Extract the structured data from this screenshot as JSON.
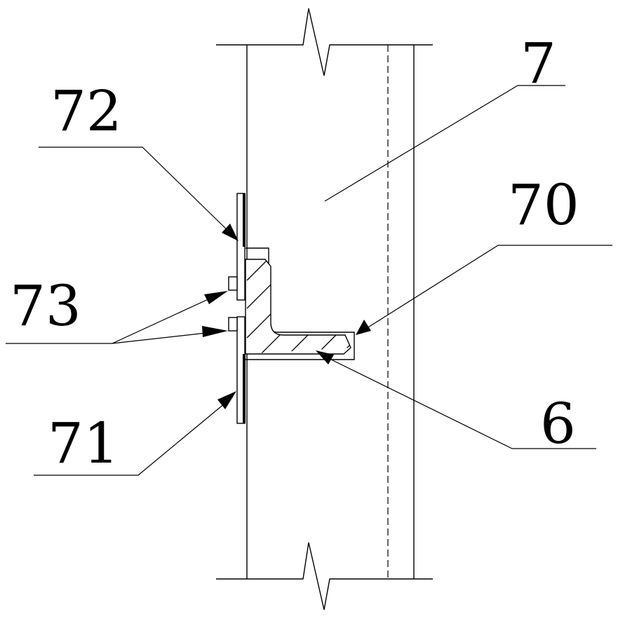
{
  "labels": {
    "part_7": "7",
    "part_72": "72",
    "part_70": "70",
    "part_73": "73",
    "part_71": "71",
    "part_6": "6"
  }
}
